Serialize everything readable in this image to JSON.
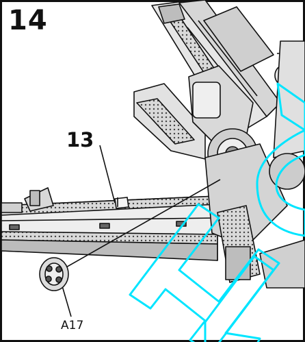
{
  "step": {
    "number": "14"
  },
  "callouts": [
    {
      "label": "13"
    },
    {
      "label": "A17"
    }
  ],
  "colors": {
    "line": "#111111",
    "shade": "#9a9a9a",
    "panel": "#e9e9e9",
    "watermark": "#00e5ff"
  },
  "watermark": {
    "text": "HLJ"
  }
}
